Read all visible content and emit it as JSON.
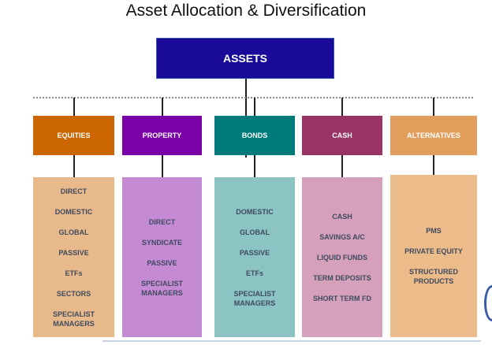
{
  "title": "Asset Allocation & Diversification",
  "root": "ASSETS",
  "categories": [
    {
      "label": "EQUITIES",
      "color": "#cc6600",
      "detail_color": "#e8b98a",
      "items": [
        "DIRECT",
        "DOMESTIC",
        "GLOBAL",
        "PASSIVE",
        "ETFs",
        "SECTORS",
        "SPECIALIST MANAGERS"
      ]
    },
    {
      "label": "PROPERTY",
      "color": "#7a00a8",
      "detail_color": "#c48ad4",
      "items": [
        "DIRECT",
        "SYNDICATE",
        "PASSIVE",
        "SPECIALIST MANAGERS"
      ]
    },
    {
      "label": "BONDS",
      "color": "#007b7b",
      "detail_color": "#8cc4c4",
      "items": [
        "DOMESTIC",
        "GLOBAL",
        "PASSIVE",
        "ETFs",
        "SPECIALIST MANAGERS"
      ]
    },
    {
      "label": "CASH",
      "color": "#993366",
      "detail_color": "#d4a0bc",
      "items": [
        "CASH",
        "SAVINGS A/C",
        "LIQUID FUNDS",
        "TERM DEPOSITS",
        "SHORT TERM FD"
      ]
    },
    {
      "label": "ALTERNATIVES",
      "color": "#e09d5c",
      "detail_color": "#ecbb8a",
      "items": [
        "PMS",
        "PRIVATE EQUITY",
        "STRUCTURED PRODUCTS"
      ]
    }
  ]
}
